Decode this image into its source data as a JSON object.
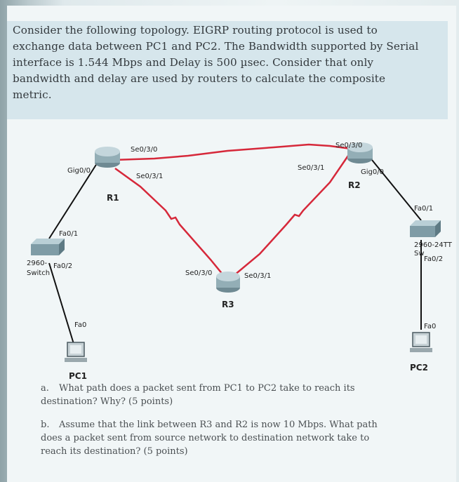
{
  "question": {
    "lines": [
      "Consider the following topology. EIGRP routing protocol is used to",
      "exchange data between PC1 and PC2. The Bandwidth supported by Serial",
      "interface is 1.544 Mbps and Delay is 500 µsec. Consider that only",
      "bandwidth and delay are used by routers to calculate the composite",
      "metric."
    ]
  },
  "topology": {
    "routers": {
      "r1": "R1",
      "r2": "R2",
      "r3": "R3"
    },
    "switches": {
      "sw1_line1": "2960-",
      "sw1_line2": "Switch",
      "sw2_line1": "2960-24TT",
      "sw2_line2": "Sw"
    },
    "pcs": {
      "pc1": "PC1",
      "pc2": "PC2"
    },
    "interfaces": {
      "r1_gig": "Gig0/0",
      "r1_se030": "Se0/3/0",
      "r1_se031": "Se0/3/1",
      "r2_se030": "Se0/3/0",
      "r2_se031": "Se0/3/1",
      "r2_gig": "Gig0/0",
      "r3_se030": "Se0/3/0",
      "r3_se031": "Se0/3/1",
      "sw1_fa01": "Fa0/1",
      "sw1_fa02": "Fa0/2",
      "sw2_fa01": "Fa0/1",
      "sw2_fa02": "Fa0/2",
      "pc1_fa0": "Fa0",
      "pc2_fa0": "Fa0"
    },
    "colors": {
      "serial_link": "#d6283a",
      "ethernet_link": "#111111"
    }
  },
  "questions": [
    {
      "marker": "a.",
      "lines": [
        "What path does a packet sent from PC1 to PC2 take to reach its",
        "destination? Why? (5 points)"
      ]
    },
    {
      "marker": "b.",
      "lines": [
        "Assume that the link between R3 and R2 is now 10 Mbps. What path",
        "does a packet sent from source network to destination network take to",
        "reach its destination? (5 points)"
      ]
    }
  ]
}
